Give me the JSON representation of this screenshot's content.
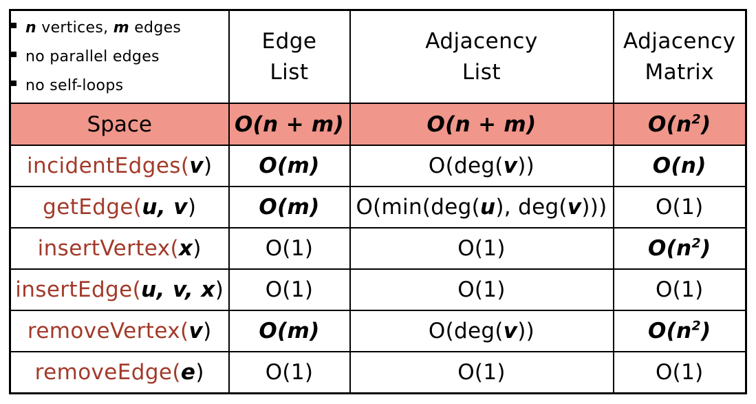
{
  "header": {
    "bullets": [
      {
        "var": "n",
        "text": " vertices, ",
        "var2": "m",
        "text2": " edges"
      },
      {
        "text": "no parallel edges"
      },
      {
        "text": "no self-loops"
      }
    ],
    "col1": [
      "Edge",
      "List"
    ],
    "col2": [
      "Adjacency",
      "List"
    ],
    "col3": [
      "Adjacency",
      "Matrix"
    ]
  },
  "space": {
    "label": "Space",
    "edge_list": "O(n + m)",
    "adjacency_list": "O(n + m)",
    "adjacency_matrix_pre": "O(n",
    "adjacency_matrix_sup": "2",
    "adjacency_matrix_post": ")"
  },
  "operations": [
    {
      "fn": "incidentEdges",
      "args": "v",
      "edge_list": "O(m)",
      "edge_bold": true,
      "adj_list": "O(deg(v))",
      "adj_bold": false,
      "matrix": "O(n)",
      "matrix_bold": true
    },
    {
      "fn": "getEdge",
      "args": "u, v",
      "edge_list": "O(m)",
      "edge_bold": true,
      "adj_list": "O(min(deg(u), deg(v)))",
      "adj_bold": false,
      "matrix": "O(1)",
      "matrix_bold": false
    },
    {
      "fn": "insertVertex",
      "args": "x",
      "edge_list": "O(1)",
      "edge_bold": false,
      "adj_list": "O(1)",
      "adj_bold": false,
      "matrix": "O(n2)",
      "matrix_bold": true
    },
    {
      "fn": "insertEdge",
      "args": "u, v, x",
      "edge_list": "O(1)",
      "edge_bold": false,
      "adj_list": "O(1)",
      "adj_bold": false,
      "matrix": "O(1)",
      "matrix_bold": false
    },
    {
      "fn": "removeVertex",
      "args": "v",
      "edge_list": "O(m)",
      "edge_bold": true,
      "adj_list": "O(deg(v))",
      "adj_bold": false,
      "matrix": "O(n2)",
      "matrix_bold": true
    },
    {
      "fn": "removeEdge",
      "args": "e",
      "edge_list": "O(1)",
      "edge_bold": false,
      "adj_list": "O(1)",
      "adj_bold": false,
      "matrix": "O(1)",
      "matrix_bold": false
    }
  ],
  "colors": {
    "space_row_bg": "#f0968a",
    "fn_name": "#a23a2a"
  }
}
